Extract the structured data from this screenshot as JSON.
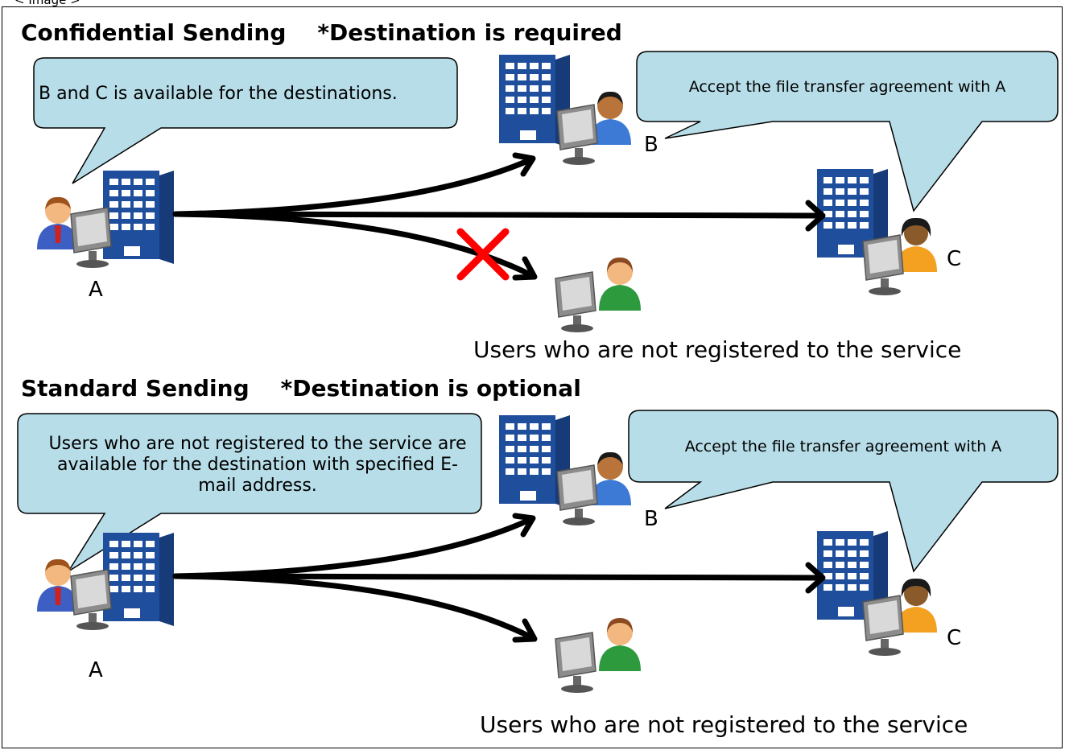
{
  "top_caption": "< Image >",
  "sections": [
    {
      "heading": "Confidential Sending    *Destination is required",
      "sender_bubble": "B and C is available for the destinations.",
      "receiver_bubble": "Accept the file transfer agreement with A",
      "labels": {
        "sender": "A",
        "b": "B",
        "c": "C"
      },
      "unregistered_caption": "Users who are not registered to the service",
      "blocked_mark": "red-x-icon"
    },
    {
      "heading": "Standard Sending    *Destination is optional",
      "sender_bubble": "Users who are not registered to the service are available for the destination with specified E-mail address.",
      "receiver_bubble": "Accept the file transfer agreement with  A",
      "labels": {
        "sender": "A",
        "b": "B",
        "c": "C"
      },
      "unregistered_caption": "Users who are not registered to the service"
    }
  ],
  "colors": {
    "building": "#1f4e9c",
    "bubble_fill": "#b7dde8",
    "arrow": "#000000",
    "blocked": "#ff0000"
  }
}
